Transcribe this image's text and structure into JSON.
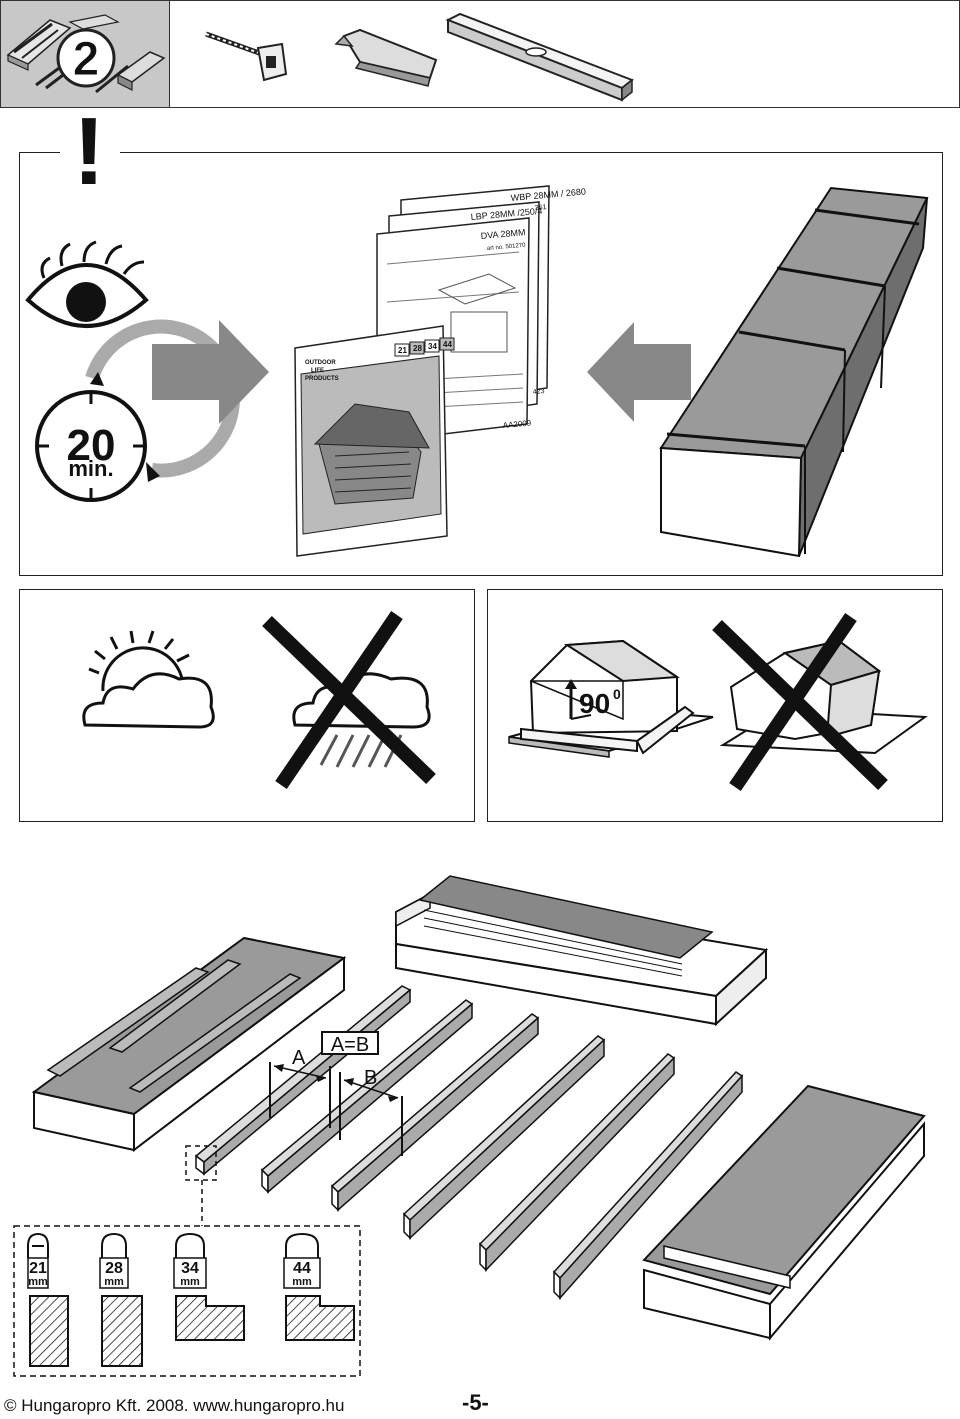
{
  "header": {
    "step_number": "2",
    "tools": [
      "tape-measure-icon",
      "utility-knife-icon",
      "spirit-level-icon"
    ]
  },
  "panel_docs": {
    "warning_mark": "!",
    "time_value": "20",
    "time_unit": "min.",
    "sheets": [
      {
        "title": "WBP 28MM / 2680",
        "code": "361"
      },
      {
        "title": "LBP 28MM /250/4",
        "code": ""
      },
      {
        "title": "DVA 28MM",
        "code": "art no. 501270"
      }
    ],
    "sheet_footer_codes": [
      "423",
      "AA2009"
    ],
    "brochure": {
      "brand_lines": [
        "OUTDOOR",
        "LIFE",
        "PRODUCTS"
      ],
      "thickness_badges": [
        "21",
        "28",
        "34",
        "44"
      ]
    }
  },
  "panel_weather": {
    "icons": [
      "sun-cloud-icon",
      "rain-cloud-crossed-icon"
    ]
  },
  "panel_level": {
    "angle_value": "90",
    "angle_unit": "0",
    "icons": [
      "level-foundation-icon",
      "tilted-foundation-crossed-icon"
    ]
  },
  "panel_beams": {
    "equation": "A=B",
    "label_a": "A",
    "label_b": "B",
    "profiles": [
      {
        "value": "21",
        "unit": "mm"
      },
      {
        "value": "28",
        "unit": "mm"
      },
      {
        "value": "34",
        "unit": "mm"
      },
      {
        "value": "44",
        "unit": "mm"
      }
    ]
  },
  "footer": {
    "copyright": "© Hungaropro Kft. 2008. www.hungaropro.hu",
    "page_number": "-5-"
  }
}
